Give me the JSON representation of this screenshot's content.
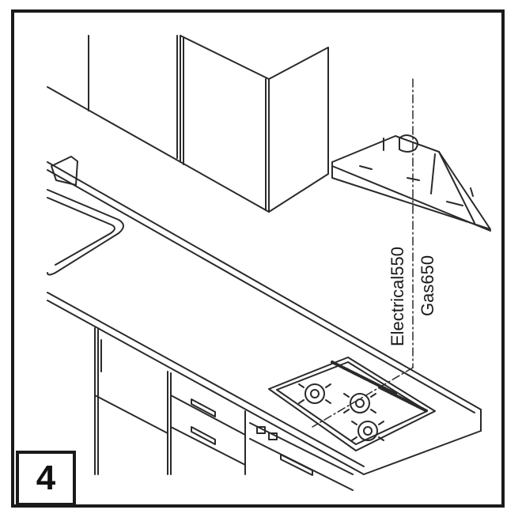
{
  "step_number": "4",
  "labels": {
    "electrical": "Electrical550",
    "gas": "Gas650"
  }
}
